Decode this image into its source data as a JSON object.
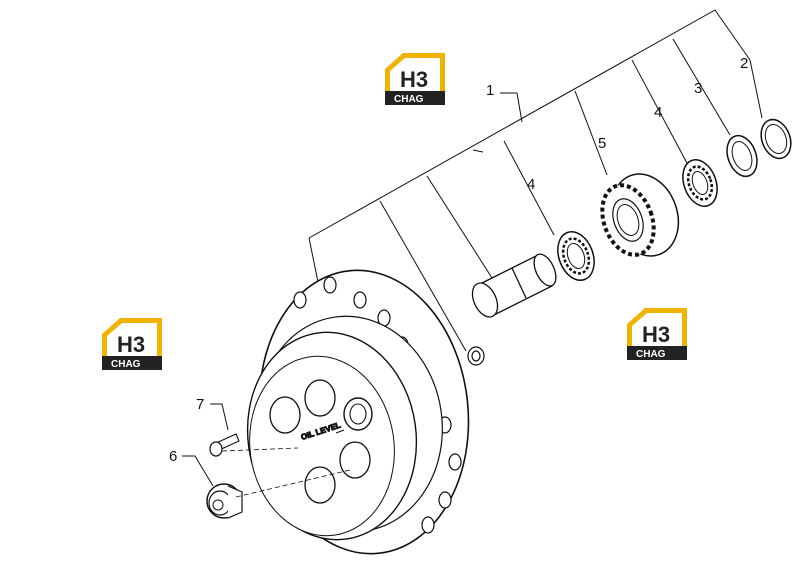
{
  "callouts": {
    "c1": "1",
    "c2": "2",
    "c3": "3",
    "c4a": "4",
    "c4b": "4",
    "c5": "5",
    "c6": "6",
    "c7": "7"
  },
  "hub": {
    "oil_label": "OIL LEVEL"
  },
  "logo": {
    "letters": "H3",
    "caption": "CHAG",
    "accent": "#f0b400",
    "dark": "#222222"
  }
}
